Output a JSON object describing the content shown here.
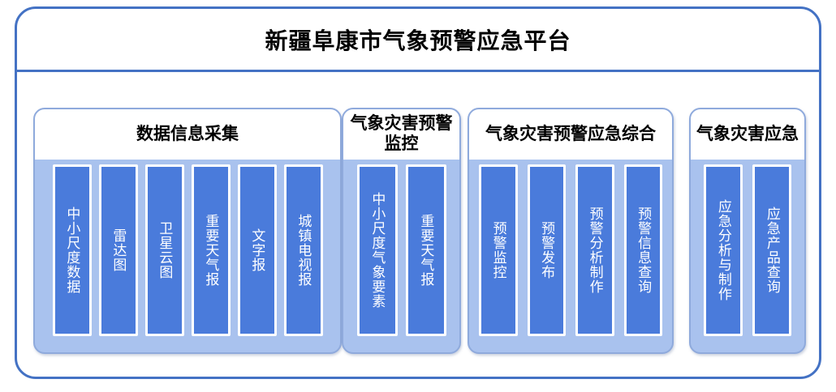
{
  "platform": {
    "title": "新疆阜康市气象预警应急平台",
    "colors": {
      "frame_border": "#4472C4",
      "panel_border": "#8FAADC",
      "panel_body": "#A9C2EE",
      "item_bar": "#4A7BDB",
      "item_text": "#FFFFFF",
      "header_background": "#FFFFFF",
      "title_text": "#000000"
    }
  },
  "groups": [
    {
      "title": "数据信息采集",
      "items": [
        {
          "label": "中小尺度数据"
        },
        {
          "label": "雷达图"
        },
        {
          "label": "卫星云图"
        },
        {
          "label": "重要天气报"
        },
        {
          "label": "文字报"
        },
        {
          "label": "城镇电视报"
        }
      ]
    },
    {
      "title": "气象灾害预警监控",
      "items": [
        {
          "label": "中小尺度气象要素"
        },
        {
          "label": "重要天气报"
        }
      ]
    },
    {
      "title": "气象灾害预警应急综合",
      "items": [
        {
          "label": "预警监控"
        },
        {
          "label": "预警发布"
        },
        {
          "label": "预警分析制作"
        },
        {
          "label": "预警信息查询"
        }
      ]
    },
    {
      "title": "气象灾害应急",
      "items": [
        {
          "label": "应急分析与制作"
        },
        {
          "label": "应急产品查询"
        }
      ]
    }
  ]
}
